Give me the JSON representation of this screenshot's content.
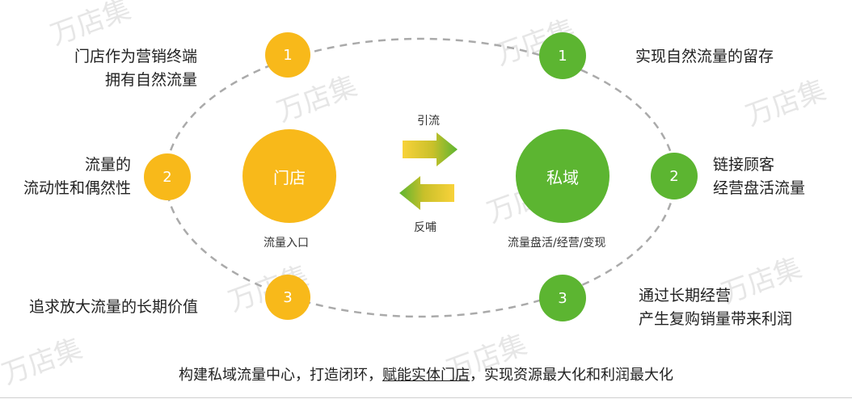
{
  "watermark": "万店集",
  "left_nodes": [
    {
      "num": "1",
      "text_lines": [
        "门店作为营销终端",
        "拥有自然流量"
      ]
    },
    {
      "num": "2",
      "text_lines": [
        "流量的",
        "流动性和偶然性"
      ]
    },
    {
      "num": "3",
      "text_lines": [
        "追求放大流量的长期价值"
      ]
    }
  ],
  "right_nodes": [
    {
      "num": "1",
      "text_lines": [
        "实现自然流量的留存"
      ]
    },
    {
      "num": "2",
      "text_lines": [
        "链接顾客",
        "经营盘活流量"
      ]
    },
    {
      "num": "3",
      "text_lines": [
        "通过长期经营",
        "产生复购销量带来利润"
      ]
    }
  ],
  "center_left": {
    "title": "门店",
    "caption": "流量入口"
  },
  "center_right": {
    "title": "私域",
    "caption": "流量盘活/经营/变现"
  },
  "arrows": {
    "top_label": "引流",
    "bottom_label": "反哺"
  },
  "bottom_text": {
    "part1": "构建私域流量中心，打造闭环，",
    "underlined": "赋能实体门店",
    "part2": "，实现资源最大化和利润最大化"
  },
  "colors": {
    "yellow": "#f8b91a",
    "green": "#5cb531",
    "dash": "#aaaaaa"
  }
}
